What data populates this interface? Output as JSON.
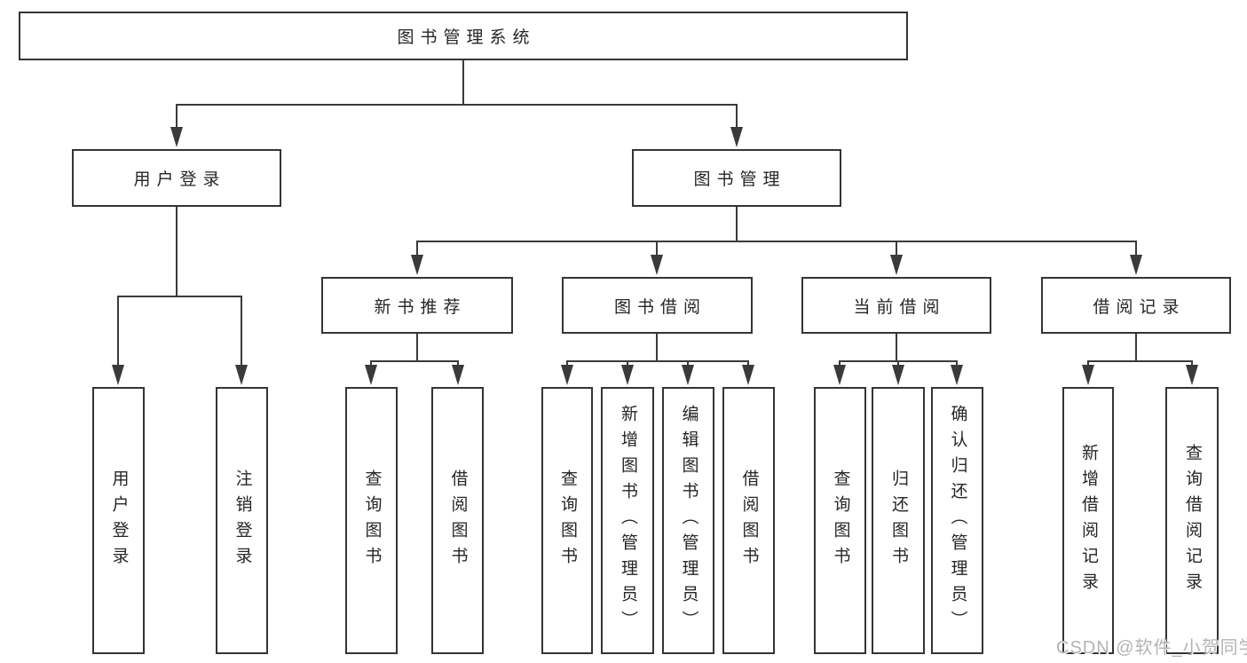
{
  "tree": {
    "root": {
      "label": "图书管理系统",
      "children": [
        {
          "label": "用户登录",
          "children": [
            {
              "label": "用户登录"
            },
            {
              "label": "注销登录"
            }
          ]
        },
        {
          "label": "图书管理",
          "children": [
            {
              "label": "新书推荐",
              "children": [
                {
                  "label": "查询图书"
                },
                {
                  "label": "借阅图书"
                }
              ]
            },
            {
              "label": "图书借阅",
              "children": [
                {
                  "label": "查询图书"
                },
                {
                  "label": "新增图书（管理员）"
                },
                {
                  "label": "编辑图书（管理员）"
                },
                {
                  "label": "借阅图书"
                }
              ]
            },
            {
              "label": "当前借阅",
              "children": [
                {
                  "label": "查询图书"
                },
                {
                  "label": "归还图书"
                },
                {
                  "label": "确认归还（管理员）"
                }
              ]
            },
            {
              "label": "借阅记录",
              "children": [
                {
                  "label": "新增借阅记录"
                },
                {
                  "label": "查询借阅记录"
                }
              ]
            }
          ]
        }
      ]
    }
  },
  "watermark": "CSDN @软件_小贺同学",
  "colors": {
    "line": "#3a3a3a",
    "box_border": "#343434",
    "text": "#262626",
    "watermark": "#b3b3b3",
    "background": "#ffffff"
  }
}
